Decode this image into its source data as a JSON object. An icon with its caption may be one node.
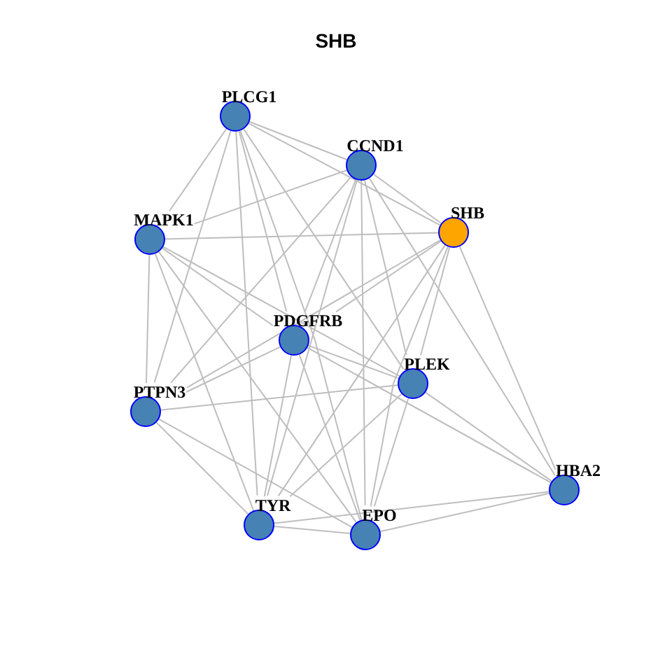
{
  "diagram": {
    "title": "SHB",
    "nodes": [
      {
        "text": [
          "PLCG1"
        ]
      },
      {
        "text": [
          "CCND1"
        ]
      },
      {
        "text": [
          "SHB"
        ]
      },
      {
        "text": [
          "MAPK1"
        ]
      },
      {
        "text": [
          "PDGFRB"
        ]
      },
      {
        "text": [
          "PLEK"
        ]
      },
      {
        "text": [
          "PTPN3"
        ]
      },
      {
        "text": [
          "HBA2"
        ]
      },
      {
        "text": [
          "TYR"
        ]
      },
      {
        "text": [
          "EPO"
        ]
      }
    ],
    "edges": [
      {
        "from": 0,
        "to": 1,
        "arrow": "none"
      },
      {
        "from": 0,
        "to": 2,
        "arrow": "none"
      },
      {
        "from": 0,
        "to": 3,
        "arrow": "none"
      },
      {
        "from": 0,
        "to": 4,
        "arrow": "none"
      },
      {
        "from": 0,
        "to": 5,
        "arrow": "none"
      },
      {
        "from": 0,
        "to": 6,
        "arrow": "none"
      },
      {
        "from": 0,
        "to": 8,
        "arrow": "none"
      },
      {
        "from": 0,
        "to": 9,
        "arrow": "none"
      },
      {
        "from": 1,
        "to": 3,
        "arrow": "none"
      },
      {
        "from": 1,
        "to": 2,
        "arrow": "none"
      },
      {
        "from": 1,
        "to": 4,
        "arrow": "none"
      },
      {
        "from": 1,
        "to": 5,
        "arrow": "none"
      },
      {
        "from": 1,
        "to": 6,
        "arrow": "none"
      },
      {
        "from": 1,
        "to": 8,
        "arrow": "none"
      },
      {
        "from": 1,
        "to": 9,
        "arrow": "none"
      },
      {
        "from": 1,
        "to": 7,
        "arrow": "none"
      },
      {
        "from": 2,
        "to": 3,
        "arrow": "none"
      },
      {
        "from": 2,
        "to": 4,
        "arrow": "none"
      },
      {
        "from": 2,
        "to": 5,
        "arrow": "none"
      },
      {
        "from": 2,
        "to": 6,
        "arrow": "none"
      },
      {
        "from": 2,
        "to": 8,
        "arrow": "none"
      },
      {
        "from": 2,
        "to": 9,
        "arrow": "none"
      },
      {
        "from": 2,
        "to": 7,
        "arrow": "none"
      },
      {
        "from": 3,
        "to": 4,
        "arrow": "none"
      },
      {
        "from": 3,
        "to": 5,
        "arrow": "none"
      },
      {
        "from": 3,
        "to": 6,
        "arrow": "none"
      },
      {
        "from": 3,
        "to": 8,
        "arrow": "none"
      },
      {
        "from": 3,
        "to": 9,
        "arrow": "none"
      },
      {
        "from": 4,
        "to": 5,
        "arrow": "none"
      },
      {
        "from": 4,
        "to": 6,
        "arrow": "none"
      },
      {
        "from": 4,
        "to": 8,
        "arrow": "none"
      },
      {
        "from": 4,
        "to": 9,
        "arrow": "none"
      },
      {
        "from": 4,
        "to": 7,
        "arrow": "none"
      },
      {
        "from": 5,
        "to": 6,
        "arrow": "none"
      },
      {
        "from": 5,
        "to": 8,
        "arrow": "none"
      },
      {
        "from": 5,
        "to": 9,
        "arrow": "none"
      },
      {
        "from": 5,
        "to": 7,
        "arrow": "none"
      },
      {
        "from": 6,
        "to": 8,
        "arrow": "none"
      },
      {
        "from": 6,
        "to": 9,
        "arrow": "none"
      },
      {
        "from": 8,
        "to": 9,
        "arrow": "none"
      },
      {
        "from": 8,
        "to": 7,
        "arrow": "none"
      },
      {
        "from": 9,
        "to": 7,
        "arrow": "none"
      }
    ]
  }
}
